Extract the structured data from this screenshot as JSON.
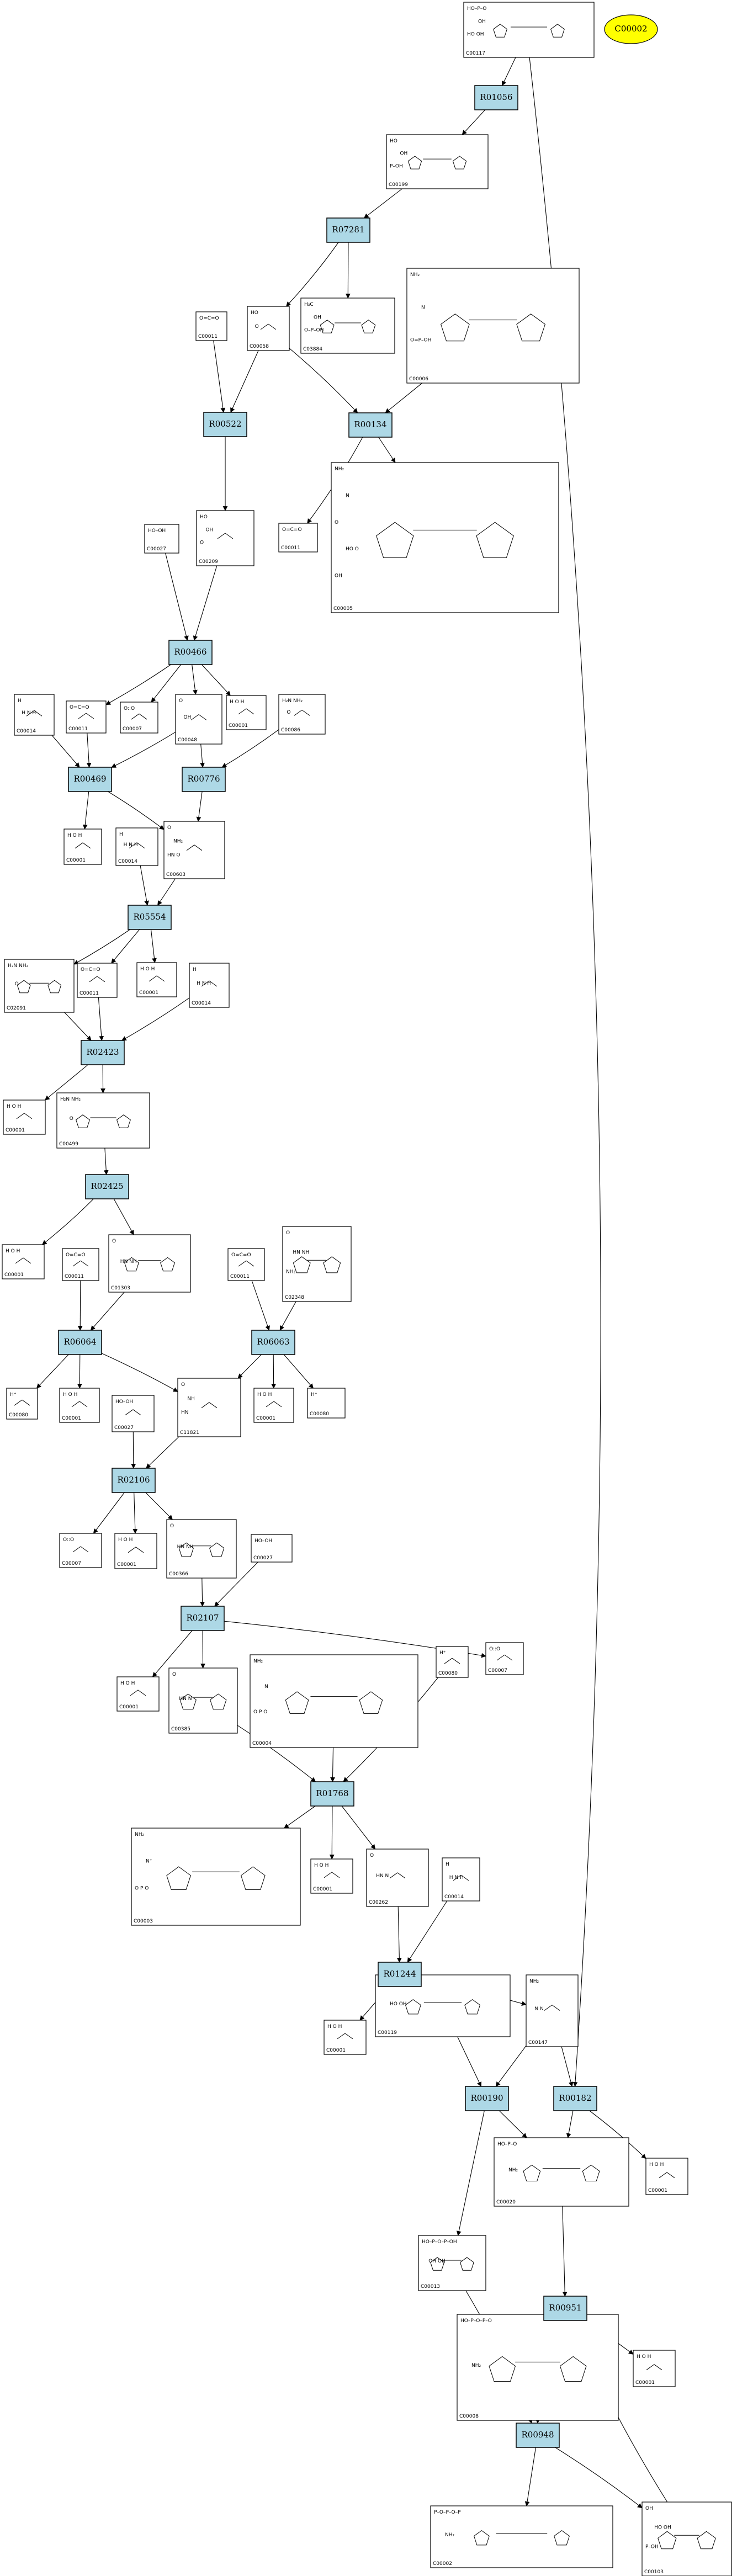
{
  "legend": {
    "label": "C00002"
  },
  "reactions": [
    {
      "id": "R01056"
    },
    {
      "id": "R07281"
    },
    {
      "id": "R00522"
    },
    {
      "id": "R00134"
    },
    {
      "id": "R00466"
    },
    {
      "id": "R00469"
    },
    {
      "id": "R00776"
    },
    {
      "id": "R05554"
    },
    {
      "id": "R02423"
    },
    {
      "id": "R02425"
    },
    {
      "id": "R06064"
    },
    {
      "id": "R06063"
    },
    {
      "id": "R02106"
    },
    {
      "id": "R02107"
    },
    {
      "id": "R01768"
    },
    {
      "id": "R01244"
    },
    {
      "id": "R00190"
    },
    {
      "id": "R00182"
    },
    {
      "id": "R00951"
    },
    {
      "id": "R00948"
    }
  ],
  "compounds": [
    {
      "id": "C00117",
      "text": [
        "HO–P–O",
        "OH",
        "HO  OH"
      ]
    },
    {
      "id": "C00199",
      "text": [
        "HO",
        "OH",
        "P–OH"
      ]
    },
    {
      "id": "C00011",
      "text": [
        "O=C=O"
      ]
    },
    {
      "id": "C00058",
      "text": [
        "HO",
        "O"
      ]
    },
    {
      "id": "C03884",
      "text": [
        "H₃C",
        "OH",
        "O–P–OH"
      ]
    },
    {
      "id": "C00006",
      "text": [
        "NH₂",
        "N",
        "O=P–OH"
      ]
    },
    {
      "id": "C00005",
      "text": [
        "NH₂",
        "N",
        "O",
        "HO  O",
        "OH"
      ]
    },
    {
      "id": "C00011",
      "text": [
        "O=C=O"
      ]
    },
    {
      "id": "C00027",
      "text": [
        "HO–OH"
      ]
    },
    {
      "id": "C00209",
      "text": [
        "HO",
        "OH",
        "O"
      ]
    },
    {
      "id": "C00014",
      "text": [
        "H",
        "H  N  H"
      ]
    },
    {
      "id": "C00011",
      "text": [
        "O=C=O"
      ]
    },
    {
      "id": "C00007",
      "text": [
        "O::O"
      ]
    },
    {
      "id": "C00048",
      "text": [
        "O",
        "OH"
      ]
    },
    {
      "id": "C00001",
      "text": [
        "H  O  H"
      ]
    },
    {
      "id": "C00086",
      "text": [
        "H₂N  NH₂",
        "O"
      ]
    },
    {
      "id": "C00001",
      "text": [
        "H  O  H"
      ]
    },
    {
      "id": "C00014",
      "text": [
        "H",
        "H  N  H"
      ]
    },
    {
      "id": "C00603",
      "text": [
        "O",
        "NH₂",
        "HN  O"
      ]
    },
    {
      "id": "C02091",
      "text": [
        "H₂N  NH₂",
        "O"
      ]
    },
    {
      "id": "C00011",
      "text": [
        "O=C=O"
      ]
    },
    {
      "id": "C00001",
      "text": [
        "H  O  H"
      ]
    },
    {
      "id": "C00014",
      "text": [
        "H",
        "H  N  H"
      ]
    },
    {
      "id": "C00001",
      "text": [
        "H  O  H"
      ]
    },
    {
      "id": "C00499",
      "text": [
        "H₂N  NH₂",
        "O"
      ]
    },
    {
      "id": "C00001",
      "text": [
        "H  O  H"
      ]
    },
    {
      "id": "C00011",
      "text": [
        "O=C=O"
      ]
    },
    {
      "id": "C01303",
      "text": [
        "O",
        "HN  NH"
      ]
    },
    {
      "id": "C00011",
      "text": [
        "O=C=O"
      ]
    },
    {
      "id": "C02348",
      "text": [
        "O",
        "HN  NH",
        "NH₂"
      ]
    },
    {
      "id": "C00080",
      "text": [
        "H⁺"
      ]
    },
    {
      "id": "C00001",
      "text": [
        "H  O  H"
      ]
    },
    {
      "id": "C00027",
      "text": [
        "HO–OH"
      ]
    },
    {
      "id": "C11821",
      "text": [
        "O",
        "NH",
        "HN"
      ]
    },
    {
      "id": "C00001",
      "text": [
        "H  O  H"
      ]
    },
    {
      "id": "C00080",
      "text": [
        "H⁺"
      ]
    },
    {
      "id": "C00007",
      "text": [
        "O::O"
      ]
    },
    {
      "id": "C00001",
      "text": [
        "H  O  H"
      ]
    },
    {
      "id": "C00366",
      "text": [
        "O",
        "HN  NH"
      ]
    },
    {
      "id": "C00027",
      "text": [
        "HO–OH"
      ]
    },
    {
      "id": "C00001",
      "text": [
        "H  O  H"
      ]
    },
    {
      "id": "C00385",
      "text": [
        "O",
        "HN  N"
      ]
    },
    {
      "id": "C00004",
      "text": [
        "NH₂",
        "N",
        "O  P  O"
      ]
    },
    {
      "id": "C00080",
      "text": [
        "H⁺"
      ]
    },
    {
      "id": "C00007",
      "text": [
        "O::O"
      ]
    },
    {
      "id": "C00003",
      "text": [
        "NH₂",
        "N⁺",
        "O  P  O"
      ]
    },
    {
      "id": "C00001",
      "text": [
        "H  O  H"
      ]
    },
    {
      "id": "C00262",
      "text": [
        "O",
        "HN  N"
      ]
    },
    {
      "id": "C00014",
      "text": [
        "H",
        "H  N  H"
      ]
    },
    {
      "id": "C00001",
      "text": [
        "H  O  H"
      ]
    },
    {
      "id": "C00119",
      "text": [
        "HO–P–O",
        "HO  OH"
      ]
    },
    {
      "id": "C00147",
      "text": [
        "NH₂",
        "N  N"
      ]
    },
    {
      "id": "C00001",
      "text": [
        "H  O  H"
      ]
    },
    {
      "id": "C00020",
      "text": [
        "HO–P–O",
        "NH₂"
      ]
    },
    {
      "id": "C00013",
      "text": [
        "HO–P–O–P–OH",
        "OH  OH"
      ]
    },
    {
      "id": "C00001",
      "text": [
        "H  O  H"
      ]
    },
    {
      "id": "C00008",
      "text": [
        "HO–P–O–P–O",
        "NH₂"
      ]
    },
    {
      "id": "C00002",
      "text": [
        "P–O–P–O–P",
        "NH₂"
      ]
    },
    {
      "id": "C00103",
      "text": [
        "OH",
        "HO  OH",
        "P–OH"
      ]
    }
  ]
}
